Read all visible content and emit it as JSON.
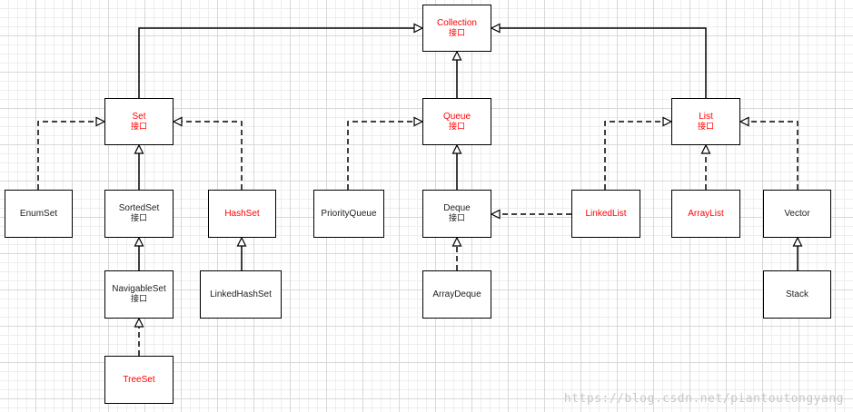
{
  "diagram": {
    "nodes": [
      {
        "id": "collection",
        "title": "Collection",
        "subtitle": "接口",
        "highlight": true
      },
      {
        "id": "set",
        "title": "Set",
        "subtitle": "接口",
        "highlight": true
      },
      {
        "id": "queue",
        "title": "Queue",
        "subtitle": "接口",
        "highlight": true
      },
      {
        "id": "list",
        "title": "List",
        "subtitle": "接口",
        "highlight": true
      },
      {
        "id": "enumset",
        "title": "EnumSet",
        "subtitle": "",
        "highlight": false
      },
      {
        "id": "sortedset",
        "title": "SortedSet",
        "subtitle": "接口",
        "highlight": false
      },
      {
        "id": "hashset",
        "title": "HashSet",
        "subtitle": "",
        "highlight": true
      },
      {
        "id": "priorityqueue",
        "title": "PriorityQueue",
        "subtitle": "",
        "highlight": false
      },
      {
        "id": "deque",
        "title": "Deque",
        "subtitle": "接口",
        "highlight": false
      },
      {
        "id": "linkedlist",
        "title": "LinkedList",
        "subtitle": "",
        "highlight": true
      },
      {
        "id": "arraylist",
        "title": "ArrayList",
        "subtitle": "",
        "highlight": true
      },
      {
        "id": "vector",
        "title": "Vector",
        "subtitle": "",
        "highlight": false
      },
      {
        "id": "navigableset",
        "title": "NavigableSet",
        "subtitle": "接口",
        "highlight": false
      },
      {
        "id": "linkedhashset",
        "title": "LinkedHashSet",
        "subtitle": "",
        "highlight": false
      },
      {
        "id": "arraydeque",
        "title": "ArrayDeque",
        "subtitle": "",
        "highlight": false
      },
      {
        "id": "stack",
        "title": "Stack",
        "subtitle": "",
        "highlight": false
      },
      {
        "id": "treeset",
        "title": "TreeSet",
        "subtitle": "",
        "highlight": true
      }
    ],
    "edges": [
      {
        "from": "set",
        "to": "collection",
        "style": "solid"
      },
      {
        "from": "queue",
        "to": "collection",
        "style": "solid"
      },
      {
        "from": "list",
        "to": "collection",
        "style": "solid"
      },
      {
        "from": "enumset",
        "to": "set",
        "style": "dashed"
      },
      {
        "from": "sortedset",
        "to": "set",
        "style": "solid"
      },
      {
        "from": "hashset",
        "to": "set",
        "style": "dashed"
      },
      {
        "from": "navigableset",
        "to": "sortedset",
        "style": "solid"
      },
      {
        "from": "treeset",
        "to": "navigableset",
        "style": "dashed"
      },
      {
        "from": "linkedhashset",
        "to": "hashset",
        "style": "solid"
      },
      {
        "from": "priorityqueue",
        "to": "queue",
        "style": "dashed"
      },
      {
        "from": "deque",
        "to": "queue",
        "style": "solid"
      },
      {
        "from": "arraydeque",
        "to": "deque",
        "style": "dashed"
      },
      {
        "from": "linkedlist",
        "to": "deque",
        "style": "dashed"
      },
      {
        "from": "linkedlist",
        "to": "list",
        "style": "dashed"
      },
      {
        "from": "arraylist",
        "to": "list",
        "style": "dashed"
      },
      {
        "from": "vector",
        "to": "list",
        "style": "dashed"
      },
      {
        "from": "stack",
        "to": "vector",
        "style": "solid"
      }
    ],
    "colors": {
      "highlight": "#ff0000",
      "normal": "#222222",
      "line": "#000000"
    }
  },
  "watermark": "https://blog.csdn.net/piantoutongyang"
}
